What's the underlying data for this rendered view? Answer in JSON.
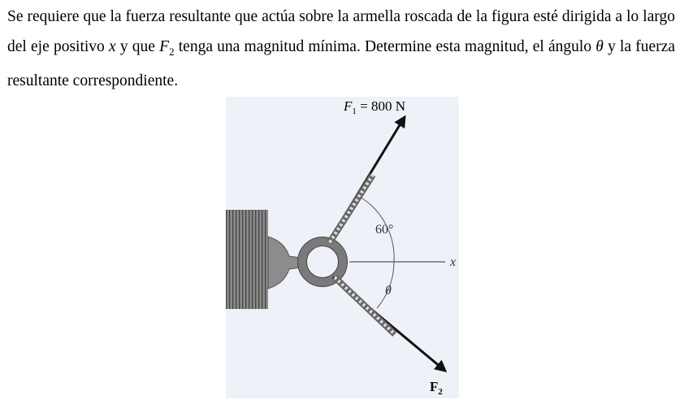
{
  "problem": {
    "part1": "Se requiere que la fuerza resultante que actúa sobre la armella roscada de la figura esté dirigida a lo largo del eje positivo ",
    "axis_var": "x",
    "part2": " y que ",
    "force_var": "F",
    "force_sub": "2",
    "part3": " tenga una magnitud mínima. Determine esta magnitud, el ángulo ",
    "angle_var": "θ",
    "part4": " y la fuerza resultante correspondiente."
  },
  "figure": {
    "f1_label": "F",
    "f1_sub": "1",
    "f1_value": " = 800 N",
    "angle_label": "60°",
    "theta_label": "θ",
    "x_label": "x",
    "f2_label": "F",
    "f2_sub": "2",
    "background_color": "#eef1f8"
  }
}
